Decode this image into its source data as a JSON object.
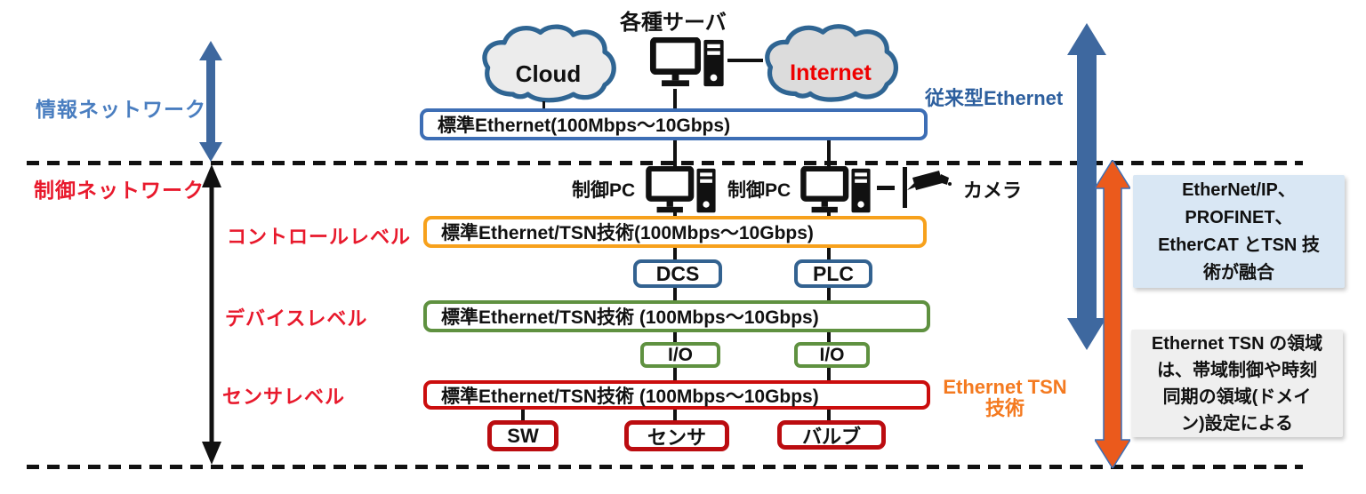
{
  "labels": {
    "info_network": "情報ネットワーク",
    "control_network": "制御ネットワーク",
    "control_level": "コントロールレベル",
    "device_level": "デバイスレベル",
    "sensor_level": "センサレベル",
    "servers_title": "各種サーバ",
    "cloud": "Cloud",
    "internet": "Internet",
    "legacy_ethernet": "従来型Ethernet",
    "control_pc_1": "制御PC",
    "control_pc_2": "制御PC",
    "camera": "カメラ",
    "tsn_tech": "Ethernet TSN\n技術"
  },
  "bars": {
    "info": "標準Ethernet(100Mbps〜10Gbps)",
    "control": "標準Ethernet/TSN技術(100Mbps〜10Gbps)",
    "device": "標準Ethernet/TSN技術 (100Mbps〜10Gbps)",
    "sensor": "標準Ethernet/TSN技術 (100Mbps〜10Gbps)"
  },
  "nodes": {
    "dcs": "DCS",
    "plc": "PLC",
    "io1": "I/O",
    "io2": "I/O",
    "sw": "SW",
    "sensor": "センサ",
    "valve": "バルブ"
  },
  "panels": {
    "fusion": "EtherNet/IP、\nPROFINET、\nEtherCAT とTSN 技\n術が融合",
    "domain": "Ethernet TSN の領域\nは、帯域制御や時刻\n同期の領域(ドメイ\nン)設定による"
  },
  "colors": {
    "info_label_blue": "#4a7ec0",
    "control_label_red": "#e8192c",
    "legacy_ethernet_blue": "#2d5f9e",
    "tsn_orange_text": "#f47a20",
    "bar_blue": "#3d6eb5",
    "bar_orange": "#f7a11c",
    "bar_green": "#5f9140",
    "bar_red": "#cb0d0d",
    "node_blue": "#336290",
    "node_red": "#bb0c10",
    "arrow_blue": "#3e689f",
    "arrow_orange": "#eb5a1c",
    "panel_blue_bg": "#d9e7f4",
    "panel_gray_bg": "#efefef",
    "internet_text_red": "#ee0000",
    "cloud_fill": "#ececec",
    "internet_cloud_fill": "#dcdcdc"
  }
}
